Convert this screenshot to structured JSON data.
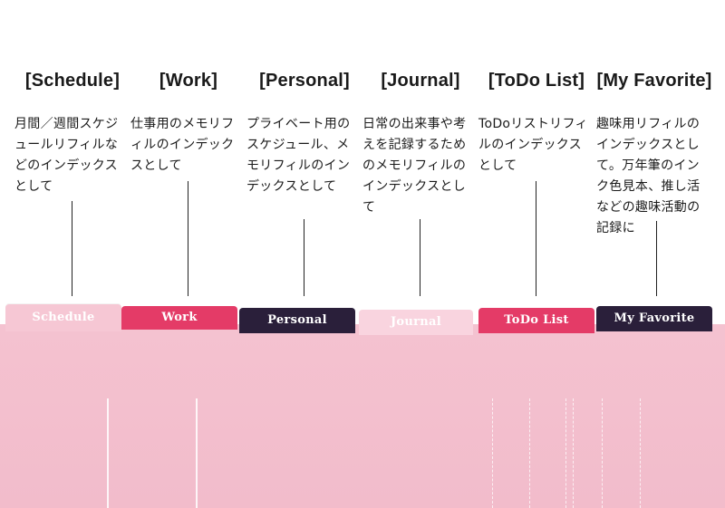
{
  "columns": [
    {
      "title": "[Schedule]",
      "desc": "月間／週間スケジュールリフィルなどのインデックスとして"
    },
    {
      "title": "[Work]",
      "desc": "仕事用のメモリフィルのインデックスとして"
    },
    {
      "title": "[Personal]",
      "desc": "プライベート用のスケジュール、メモリフィルのインデックスとして"
    },
    {
      "title": "[Journal]",
      "desc": "日常の出来事や考えを記録するためのメモリフィルのインデックスとして"
    },
    {
      "title": "[ToDo List]",
      "desc": "ToDoリストリフィルのインデックスとして"
    },
    {
      "title": "[My Favorite]",
      "desc": "趣味用リフィルのインデックスとして。万年筆のインク色見本、推し活などの趣味活動の記録に"
    }
  ],
  "tabs": [
    {
      "label": "Schedule",
      "bg": "#f6c7d4",
      "fg": "#ffffff"
    },
    {
      "label": "Work",
      "bg": "#e43b67",
      "fg": "#ffffff"
    },
    {
      "label": "Personal",
      "bg": "#2a1f3a",
      "fg": "#ffffff"
    },
    {
      "label": "Journal",
      "bg": "#f9d4df",
      "fg": "#ffffff"
    },
    {
      "label": "ToDo List",
      "bg": "#e43b67",
      "fg": "#ffffff"
    },
    {
      "label": "My Favorite",
      "bg": "#2a1f3a",
      "fg": "#ffffff"
    }
  ],
  "colors": {
    "sheet": "#f4c2d0",
    "text": "#1a1a1a",
    "pointer": "#222222"
  }
}
